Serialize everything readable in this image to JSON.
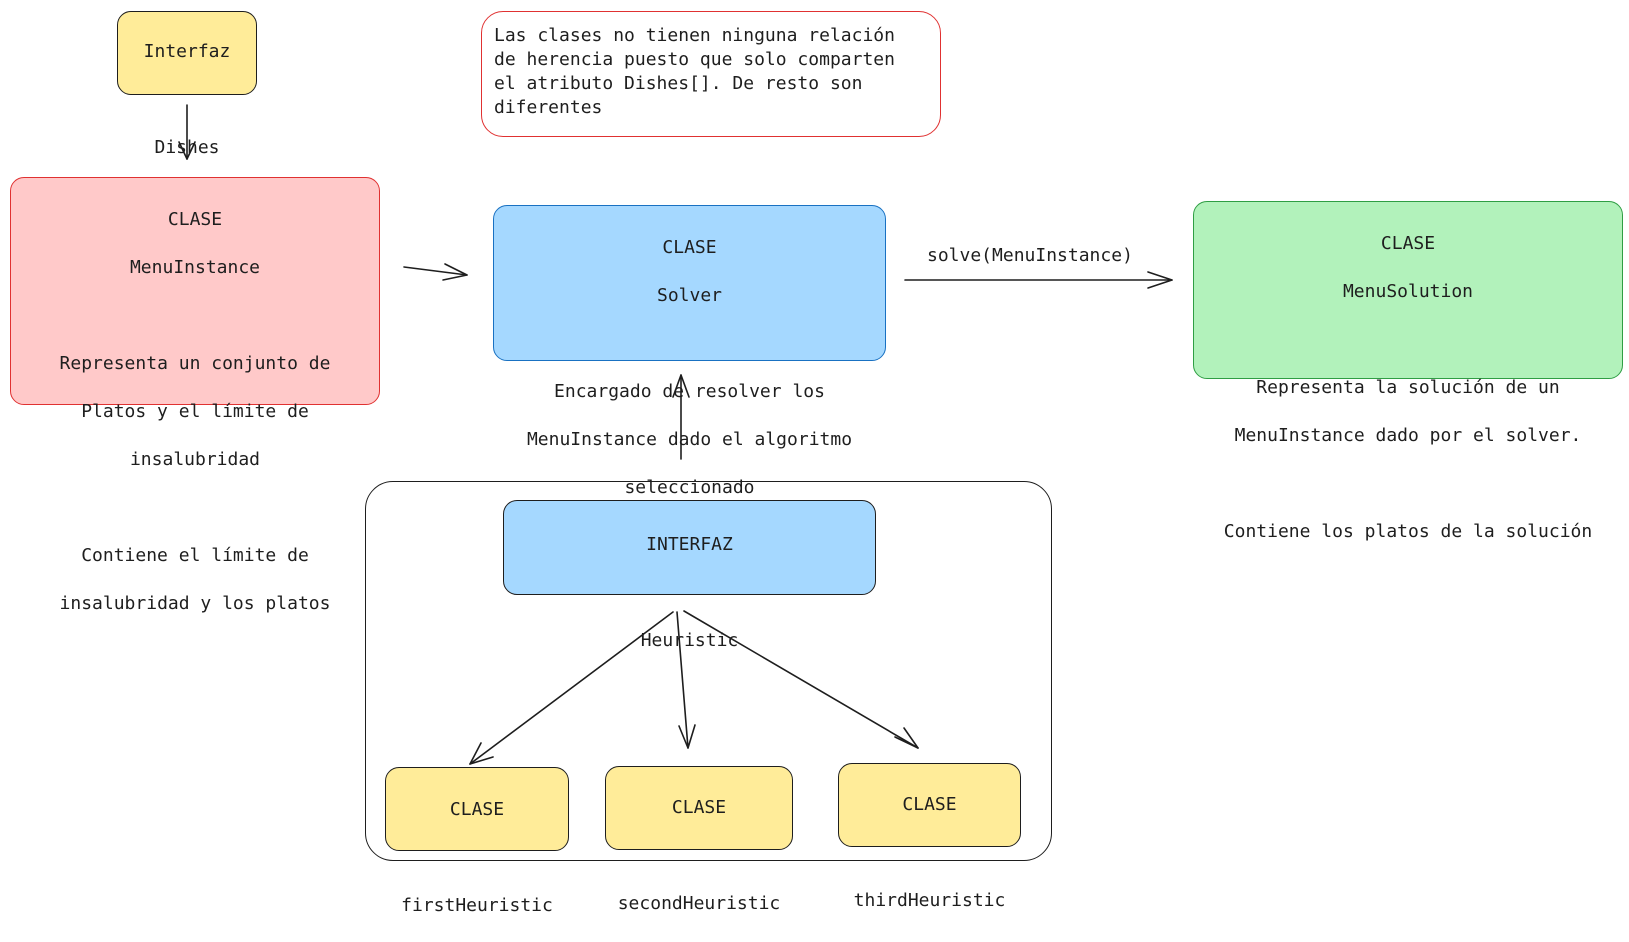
{
  "nodes": {
    "dishes_interface": {
      "lines": [
        "Interfaz",
        "",
        "Dishes"
      ]
    },
    "menu_instance": {
      "lines": [
        "CLASE",
        "MenuInstance",
        "",
        "Representa un conjunto de",
        "Platos y el límite de",
        "insalubridad",
        "",
        "Contiene el límite de",
        "insalubridad y los platos"
      ]
    },
    "note": {
      "lines": [
        "Las clases no tienen ninguna relación",
        "de herencia puesto que solo comparten",
        "el atributo Dishes[]. De resto son",
        "diferentes"
      ]
    },
    "solver": {
      "lines": [
        "CLASE",
        "Solver",
        "",
        "Encargado de resolver los",
        "MenuInstance dado el algoritmo",
        "seleccionado"
      ]
    },
    "menu_solution": {
      "lines": [
        "CLASE",
        "MenuSolution",
        "",
        "Representa la solución de un",
        "MenuInstance dado por el solver.",
        "",
        "Contiene los platos de la solución"
      ]
    },
    "heuristic_interface": {
      "lines": [
        "INTERFAZ",
        "",
        "Heuristic"
      ]
    },
    "first_heuristic": {
      "lines": [
        "CLASE",
        "",
        "firstHeuristic"
      ]
    },
    "second_heuristic": {
      "lines": [
        "CLASE",
        "",
        "secondHeuristic"
      ]
    },
    "third_heuristic": {
      "lines": [
        "CLASE",
        "",
        "thirdHeuristic"
      ]
    }
  },
  "edges": {
    "solve_label": "solve(MenuInstance)"
  },
  "colors": {
    "stroke": "#1e1e1e",
    "yellow_fill": "#ffec99",
    "red_fill": "#ffc9c9",
    "red_stroke": "#e03131",
    "blue_fill": "#a5d8ff",
    "blue_stroke": "#1971c2",
    "green_fill": "#b2f2bb",
    "green_stroke": "#2f9e44"
  }
}
